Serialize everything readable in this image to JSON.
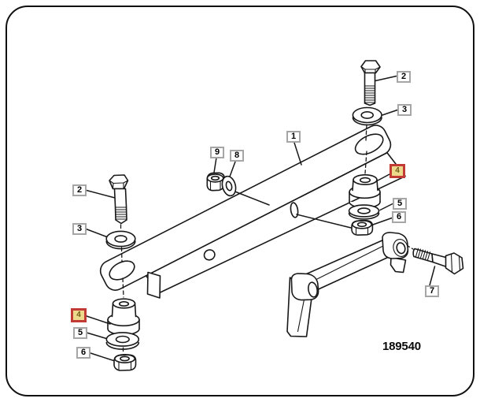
{
  "diagram": {
    "part_number_label": "189540",
    "callouts": {
      "c1": {
        "label": "1",
        "highlighted": false
      },
      "c2_left": {
        "label": "2",
        "highlighted": false
      },
      "c3_left": {
        "label": "3",
        "highlighted": false
      },
      "c4_left": {
        "label": "4",
        "highlighted": true
      },
      "c5_left": {
        "label": "5",
        "highlighted": false
      },
      "c6_left": {
        "label": "6",
        "highlighted": false
      },
      "c9": {
        "label": "9",
        "highlighted": false
      },
      "c8": {
        "label": "8",
        "highlighted": false
      },
      "c2_right": {
        "label": "2",
        "highlighted": false
      },
      "c3_right": {
        "label": "3",
        "highlighted": false
      },
      "c4_right": {
        "label": "4",
        "highlighted": true
      },
      "c5_right": {
        "label": "5",
        "highlighted": false
      },
      "c6_right": {
        "label": "6",
        "highlighted": false
      },
      "c7": {
        "label": "7",
        "highlighted": false
      }
    },
    "colors": {
      "line": "#181818",
      "background": "#ffffff",
      "callout_border": "#a6a6a6",
      "callout_text": "#000000",
      "highlight_border": "#c23a36",
      "highlight_fill": "#ecd98c",
      "highlight_text": "#6f5d18"
    }
  }
}
